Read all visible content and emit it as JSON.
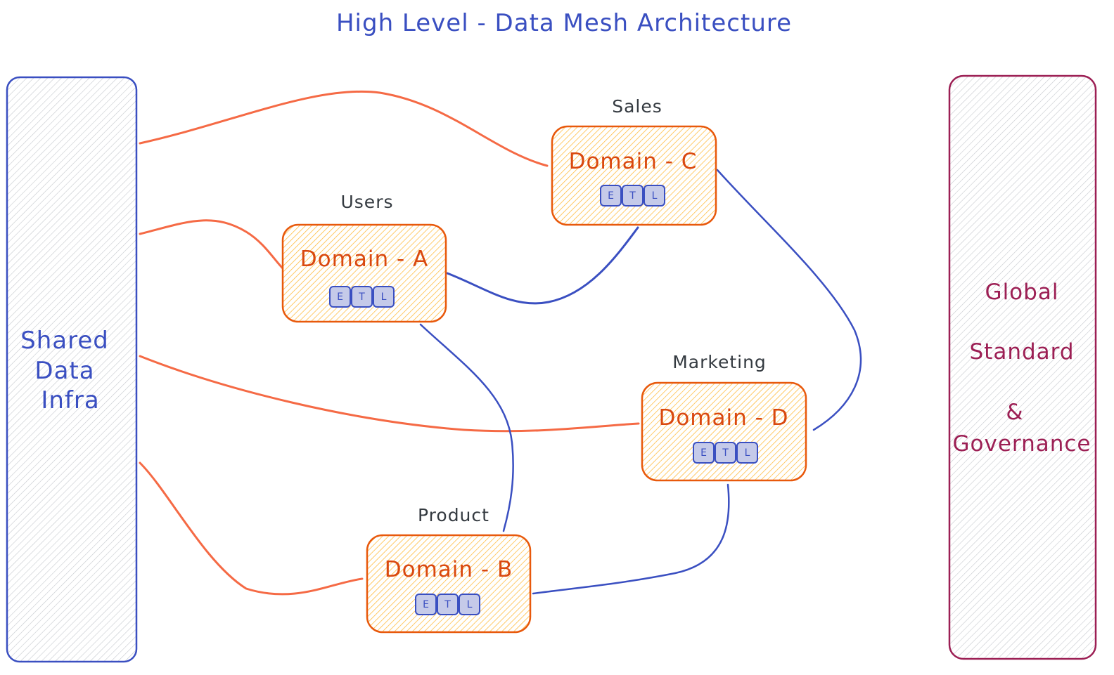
{
  "title": "High Level - Data Mesh Architecture",
  "left_panel": {
    "lines": [
      "Shared",
      "Data",
      "Infra"
    ]
  },
  "right_panel": {
    "lines": [
      "Global",
      "Standard",
      "&",
      "Governance"
    ]
  },
  "domains": [
    {
      "id": "a",
      "label": "Domain - A",
      "caption": "Users",
      "etl": [
        "E",
        "T",
        "L"
      ]
    },
    {
      "id": "b",
      "label": "Domain - B",
      "caption": "Product",
      "etl": [
        "E",
        "T",
        "L"
      ]
    },
    {
      "id": "c",
      "label": "Domain - C",
      "caption": "Sales",
      "etl": [
        "E",
        "T",
        "L"
      ]
    },
    {
      "id": "d",
      "label": "Domain - D",
      "caption": "Marketing",
      "etl": [
        "E",
        "T",
        "L"
      ]
    }
  ],
  "colors": {
    "title": "#3a4fc1",
    "infra_link": "#f56a45",
    "domain_link": "#3a4fc1",
    "domain_fill": "#ffc34d",
    "domain_stroke": "#e8590c",
    "domain_text": "#d9480f",
    "etl_fill": "#c5cae9",
    "governance": "#9c1f54"
  }
}
